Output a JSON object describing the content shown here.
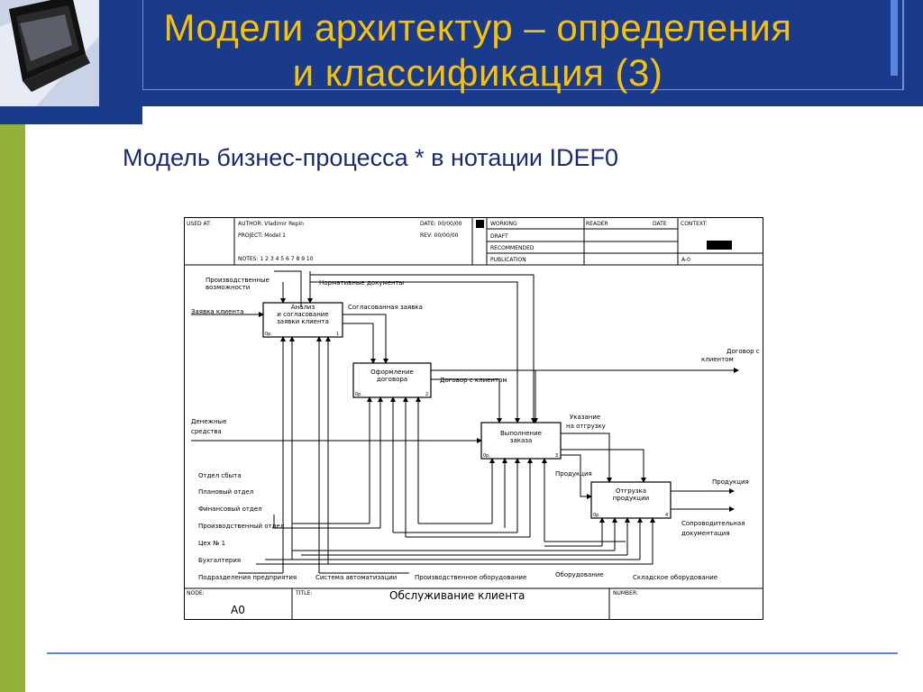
{
  "slide": {
    "title_line1": "Модели архитектур – определения",
    "title_line2": "и классификация (3)",
    "subtitle": "Модель бизнес-процесса * в нотации IDEF0"
  },
  "colors": {
    "header": "#1a3a8c",
    "title": "#f5c20a",
    "accent_bar": "#92b23a"
  },
  "diagram": {
    "frame": {
      "used_at": "USED AT:",
      "author": "AUTHOR:  Vladimir Repin",
      "project": "PROJECT:  Model 1",
      "notes": "NOTES:  1  2  3  4  5  6  7  8  9  10",
      "date": "DATE: 00/00/00",
      "rev": "REV:  00/00/00",
      "working": "WORKING",
      "draft": "DRAFT",
      "recommended": "RECOMMENDED",
      "publication": "PUBLICATION",
      "reader": "READER",
      "date_col": "DATE",
      "context": "CONTEXT:",
      "node_id": "A-0",
      "node_label": "NODE:",
      "node_value": "A0",
      "title_label": "TITLE:",
      "title_value": "Обслуживание клиента",
      "number_label": "NUMBER:"
    },
    "blocks": [
      {
        "label1": "Анализ",
        "label2": "и согласование",
        "label3": "заявки клиента",
        "num": "1",
        "ref": "0р."
      },
      {
        "label1": "Оформление",
        "label2": "договора",
        "num": "2",
        "ref": "0р."
      },
      {
        "label1": "Выполнение",
        "label2": "заказа",
        "num": "3",
        "ref": "0р."
      },
      {
        "label1": "Отгрузка",
        "label2": "продукции",
        "num": "4",
        "ref": "0р."
      }
    ],
    "arrows": {
      "prod_capabilities_1": "Производственные",
      "prod_capabilities_2": "возможности",
      "normative_docs": "Нормативные документы",
      "client_request": "Заявка клиента",
      "agreed_request": "Согласованная заявка",
      "contracts_out_1": "Договор с",
      "contracts_out_2": "клиентом",
      "contract_inner": "Договор с клиентом",
      "money_1": "Денежные",
      "money_2": "средства",
      "shipping_1": "Указание",
      "shipping_2": "на отгрузку",
      "product_inner": "Продукция",
      "product_out": "Продукция",
      "docs_1": "Сопроводительная",
      "docs_2": "документация",
      "sales": "Отдел сбыта",
      "planning": "Плановый отдел",
      "finance": "Финансовый отдел",
      "production": "Производственный отдел",
      "workshop": "Цех № 1",
      "accounting": "Бухгалтерия",
      "divisions": "Подразделения предприятия",
      "automation": "Система автоматизации",
      "prod_equipment": "Производственное оборудование",
      "equipment": "Оборудование",
      "warehouse": "Складское оборудование"
    }
  }
}
